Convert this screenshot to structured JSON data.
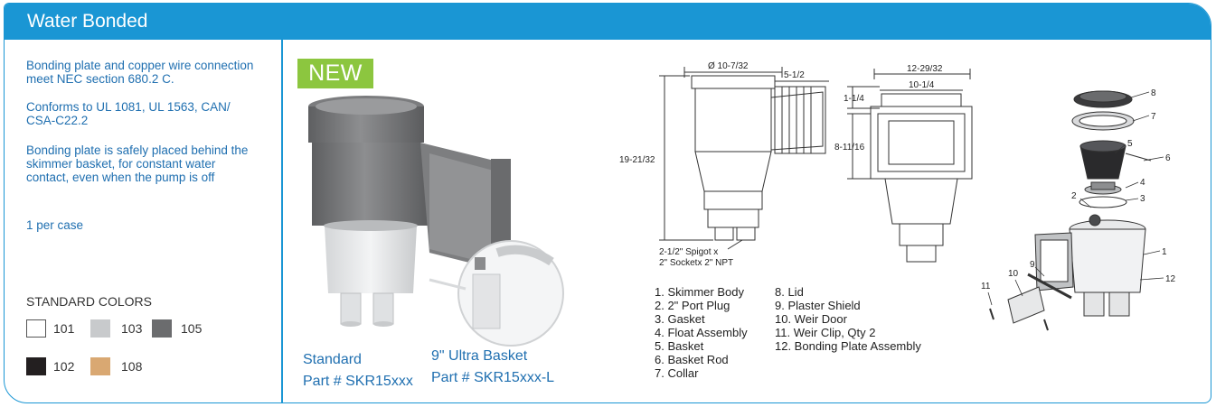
{
  "header": {
    "title": "Water Bonded"
  },
  "description": [
    "Bonding plate and copper wire connection meet NEC section 680.2 C.",
    "Conforms to UL 1081, UL 1563, CAN/ CSA-C22.2",
    "Bonding plate is safely placed behind the skimmer basket, for constant water contact, even when the pump is off",
    "1 per case"
  ],
  "colors": {
    "title": "STANDARD COLORS",
    "items": [
      {
        "code": "101",
        "color": "#ffffff"
      },
      {
        "code": "103",
        "color": "#c8cacc"
      },
      {
        "code": "105",
        "color": "#6b6c6e"
      },
      {
        "code": "102",
        "color": "#231f20"
      },
      {
        "code": "108",
        "color": "#d9a872"
      }
    ]
  },
  "badge": "NEW",
  "parts": [
    {
      "name": "Standard",
      "number": "Part # SKR15xxx"
    },
    {
      "name": "9\" Ultra Basket",
      "number": "Part # SKR15xxx-L"
    }
  ],
  "dimensions": {
    "diameter": "Ø 10-7/32",
    "depth": "5-1/2",
    "height": "19-21/32",
    "spigot": [
      "2-1/2\" Spigot x",
      "2\" Socketx 2\" NPT"
    ],
    "width_outer": "12-29/32",
    "width_inner": "10-1/4",
    "lip": "1-1/4",
    "opening": "8-11/16"
  },
  "parts_list_col1": [
    "1.  Skimmer Body",
    "2.  2\" Port Plug",
    "3.  Gasket",
    "4.  Float Assembly",
    "5.  Basket",
    "6.  Basket Rod",
    "7.  Collar"
  ],
  "parts_list_col2": [
    "8.  Lid",
    "9.  Plaster Shield",
    "10. Weir Door",
    "11.  Weir Clip, Qty 2",
    "12. Bonding Plate Assembly"
  ],
  "callouts": [
    "8",
    "7",
    "5",
    "6",
    "4",
    "3",
    "2",
    "1",
    "12",
    "9",
    "10",
    "11"
  ]
}
